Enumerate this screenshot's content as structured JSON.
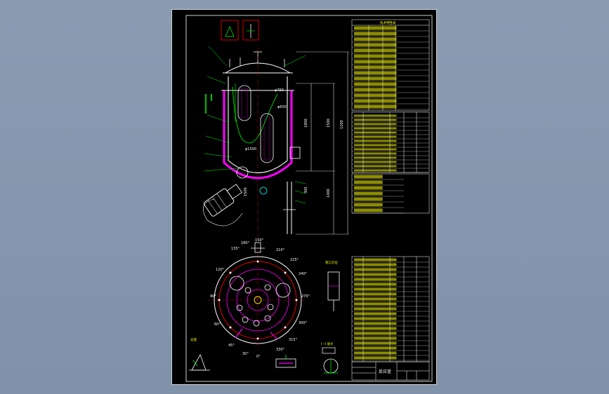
{
  "drawing": {
    "title_block_name": "反应釜",
    "tech_table_header": "技术特性表"
  },
  "front_view": {
    "dims": [
      "1200",
      "1500",
      "1800",
      "φ750",
      "φ650",
      "φ1500",
      "1400",
      "300",
      "1500"
    ]
  },
  "top_view": {
    "angles": [
      "150°",
      "135°",
      "120°",
      "90°",
      "60°",
      "45°",
      "30°",
      "0°",
      "330°",
      "315°",
      "300°",
      "270°",
      "240°",
      "225°",
      "210°",
      "180°"
    ]
  },
  "detail_labels": {
    "detail_a": "支座",
    "detail_b": "管口方位",
    "section": "I—I 放大"
  },
  "colors": {
    "outline": "#ffffff",
    "jacket": "#ff00ff",
    "accent": "#00ff00",
    "table": "#ffff00",
    "centerline": "#ff0000",
    "background": "#000000"
  }
}
